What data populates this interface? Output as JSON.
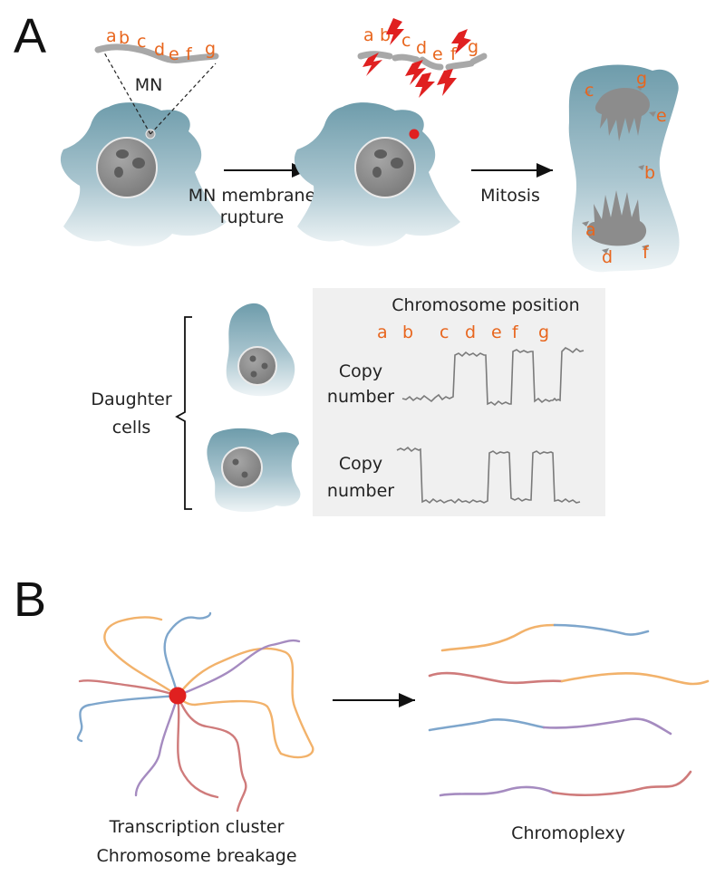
{
  "panel_a_label": "A",
  "panel_b_label": "B",
  "mn_label": "MN",
  "segment_letters": [
    "a",
    "b",
    "c",
    "d",
    "e",
    "f",
    "g"
  ],
  "arrow_1_label_line1": "MN membrane",
  "arrow_1_label_line2": "rupture",
  "arrow_2_label": "Mitosis",
  "daughter_label_line1": "Daughter",
  "daughter_label_line2": "cells",
  "chromosome_position_title": "Chromosome position",
  "copy_number_line1": "Copy",
  "copy_number_line2": "number",
  "b_left_caption_line1": "Transcription cluster",
  "b_left_caption_line2": "Chromosome breakage",
  "b_right_caption": "Chromoplexy",
  "colors": {
    "orange_text": "#e8661e",
    "cell_fill": "#7fa9b7",
    "strand_blue": "#7ea6cc",
    "strand_orange": "#f2b26b",
    "strand_red": "#cf7b7b",
    "strand_purple": "#a58bc0",
    "damage_red": "#e02020"
  }
}
